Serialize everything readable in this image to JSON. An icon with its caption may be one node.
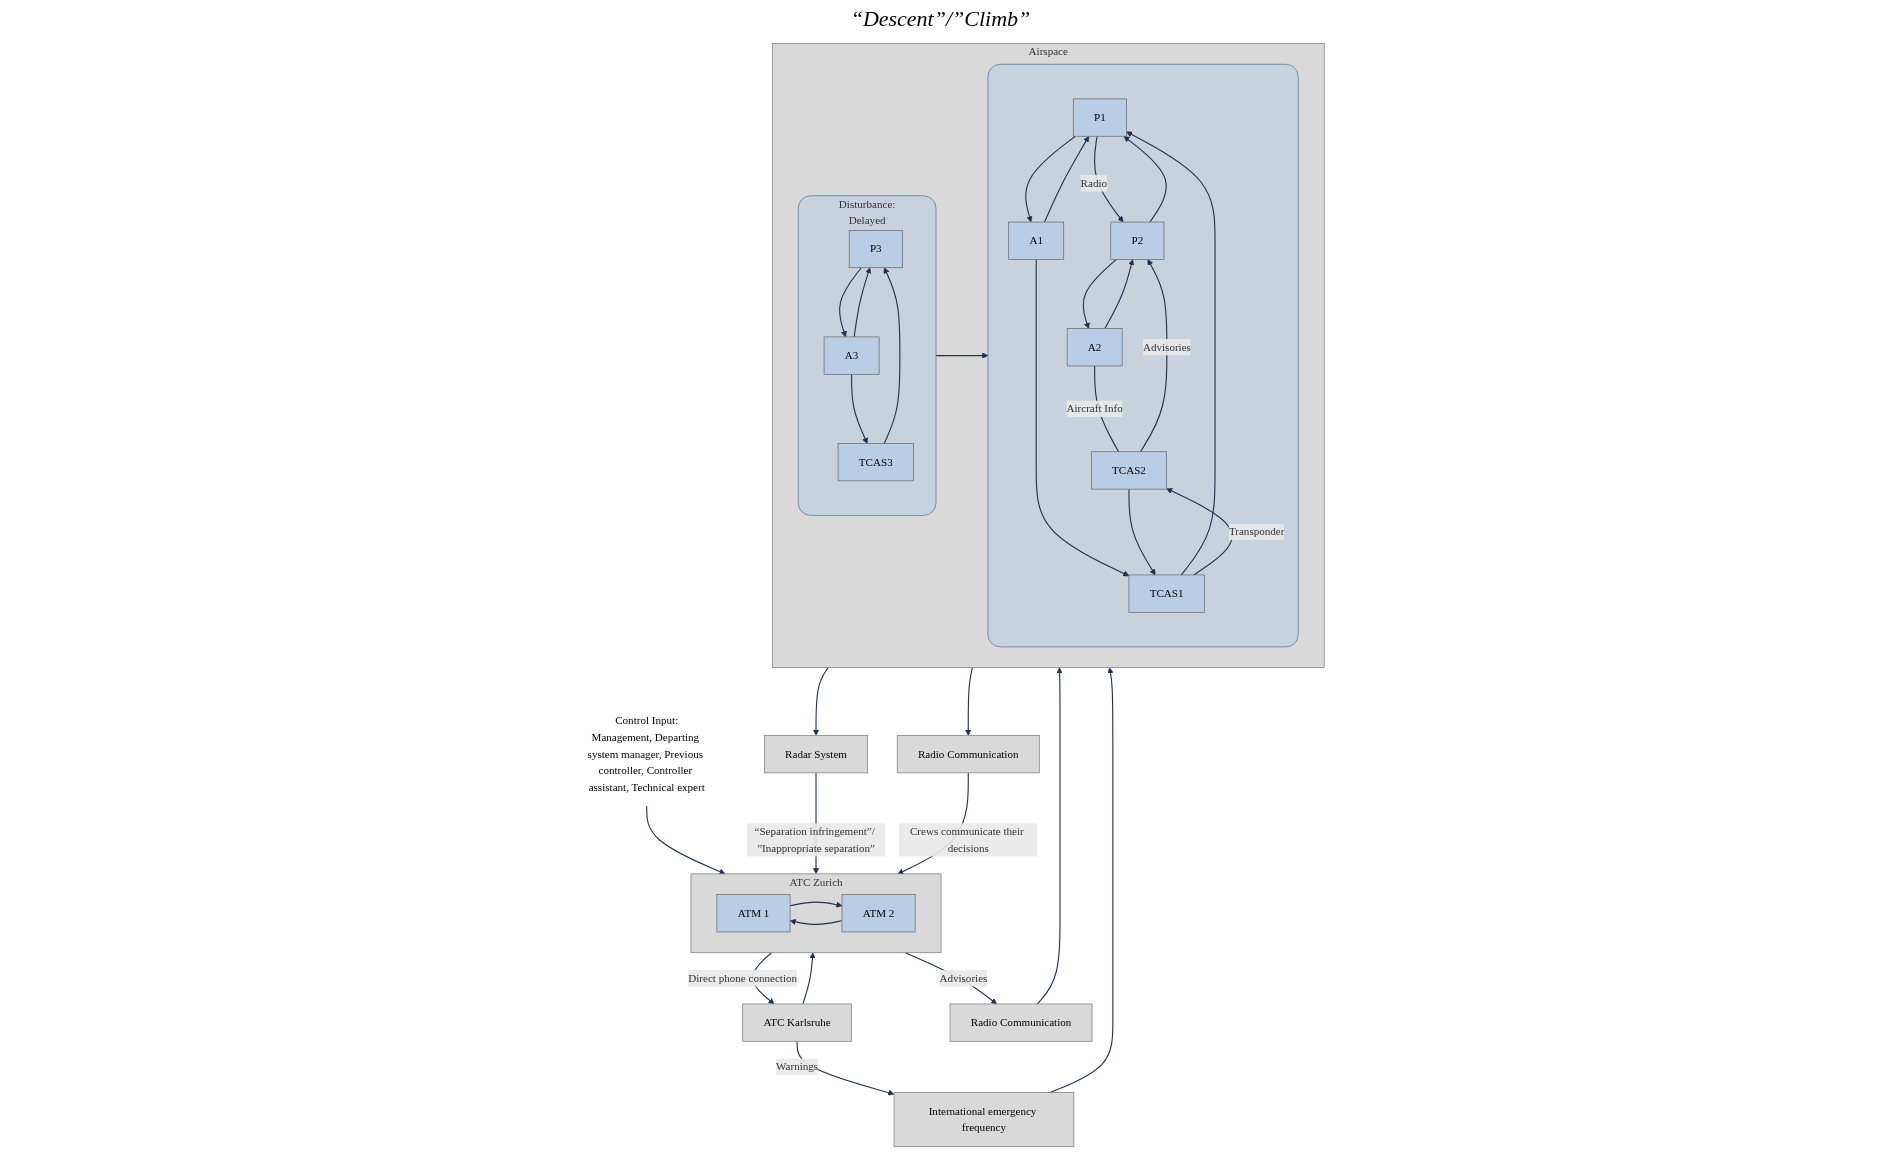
{
  "diagram": {
    "nodes": [
      {
        "text": [
          "Control Input:",
          "Management, Departing system manager, Previous controller, Controller assistant, Technical expert"
        ]
      },
      {
        "text": [
          "ATC Karlsruhe"
        ]
      },
      {
        "text": [
          "ATC Zurich"
        ]
      },
      {
        "text": [
          "ATM 1"
        ],
        "in": 2
      },
      {
        "text": [
          "ATM 2"
        ],
        "in": 2
      },
      {
        "text": [
          "International emergency frequency"
        ]
      },
      {
        "text": [
          "Radio Communication"
        ]
      },
      {
        "text": [
          "Radar System"
        ]
      },
      {
        "text": [
          "Radio Communication"
        ]
      },
      {
        "text": [
          "Airspace"
        ]
      },
      {
        "text": [],
        "shape": "box",
        "in": 9
      },
      {
        "text": [
          "P1"
        ],
        "in": 10
      },
      {
        "text": [
          "P2"
        ],
        "in": 10
      },
      {
        "text": [
          "A1"
        ],
        "in": 10
      },
      {
        "text": [
          "TCAS1"
        ],
        "in": 10
      },
      {
        "text": [
          "TCAS2"
        ],
        "in": 10
      },
      {
        "text": [
          "A2"
        ],
        "in": 10
      },
      {
        "text": [
          "Disturbance:",
          "Delayed"
        ],
        "in": 9
      },
      {
        "text": [
          "P3"
        ],
        "in": 17
      },
      {
        "text": [
          "A3"
        ],
        "in": 17
      },
      {
        "text": [
          "TCAS3"
        ],
        "in": 17
      }
    ],
    "edges": [
      {
        "from": 0,
        "to": 2,
        "arrow": "to"
      },
      {
        "from": 2,
        "to": 1,
        "arrow": "to",
        "label": "Direct phone connection"
      },
      {
        "from": 1,
        "to": 2,
        "arrow": "to"
      },
      {
        "from": 4,
        "to": 3,
        "arrow": "to"
      },
      {
        "from": 3,
        "to": 4,
        "arrow": "to"
      },
      {
        "from": 1,
        "to": 5,
        "arrow": "to",
        "label": "Warnings"
      },
      {
        "from": 2,
        "to": 6,
        "arrow": "to",
        "label": "Advisories"
      },
      {
        "from": 7,
        "to": 2,
        "arrow": "to",
        "label": "“Separation infringement”/ ”Inappropriate separation”"
      },
      {
        "from": 8,
        "to": 2,
        "arrow": "to",
        "label": "Crews communicate their decisions"
      },
      {
        "from": 5,
        "to": 9,
        "arrow": "to"
      },
      {
        "from": 6,
        "to": 9,
        "arrow": "to"
      },
      {
        "from": 9,
        "to": 7,
        "arrow": "to"
      },
      {
        "from": 9,
        "to": 8,
        "arrow": "to"
      },
      {
        "from": 12,
        "to": 11,
        "arrow": "to"
      },
      {
        "from": 11,
        "to": 12,
        "arrow": "to",
        "label": "Radio"
      },
      {
        "from": 11,
        "to": 13,
        "arrow": "to"
      },
      {
        "from": 13,
        "to": 11,
        "arrow": "to"
      },
      {
        "from": 12,
        "to": 16,
        "arrow": "to"
      },
      {
        "from": 16,
        "to": 12,
        "arrow": "to"
      },
      {
        "from": 13,
        "to": 14,
        "arrow": "to"
      },
      {
        "from": 14,
        "to": 11,
        "arrow": "to"
      },
      {
        "from": 15,
        "to": 14,
        "arrow": "to"
      },
      {
        "from": 14,
        "to": 15,
        "arrow": "to",
        "label": "Transponder"
      },
      {
        "from": 15,
        "to": 12,
        "arrow": "to",
        "label": "Advisories"
      },
      {
        "from": 16,
        "to": 15,
        "arrow": "none",
        "label": "Aircraft Info"
      },
      {
        "from": 17,
        "to": 10,
        "arrow": "to"
      },
      {
        "from": 18,
        "to": 19,
        "arrow": "to"
      },
      {
        "from": 19,
        "to": 18,
        "arrow": "to"
      },
      {
        "from": 19,
        "to": 20,
        "arrow": "to"
      },
      {
        "from": 20,
        "to": 18,
        "arrow": "to"
      }
    ],
    "labels": [
      "“Descent”/”Climb”"
    ]
  }
}
